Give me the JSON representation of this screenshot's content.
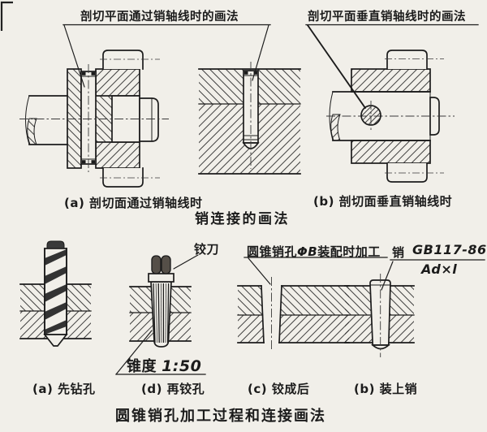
{
  "colors": {
    "paper": "#f1efe9",
    "ink": "#1b1b1b"
  },
  "pin_connection": {
    "callout_through": "剖切平面通过销轴线时的画法",
    "callout_perpendicular": "剖切平面垂直销轴线时的画法",
    "caption_a": "(a) 剖切面通过销轴线时",
    "caption_b": "(b) 剖切面垂直销轴线时",
    "title": "销连接的画法"
  },
  "taper_pin_process": {
    "callout_reamer": "铰刀",
    "hole_callout_prefix": "圆锥销孔",
    "hole_callout_dim": "ΦB",
    "hole_callout_suffix": "装配时加工",
    "pin_spec_prefix": "销",
    "pin_spec_top": "GB117-86",
    "pin_spec_bottom": "Ad×l",
    "taper_prefix": "锥度",
    "taper_value": "1:50",
    "caption_a": "(a) 先钻孔",
    "caption_d": "(d) 再铰孔",
    "caption_c": "(c) 铰成后",
    "caption_b": "(b) 装上销",
    "title": "圆锥销孔加工过程和连接画法"
  }
}
